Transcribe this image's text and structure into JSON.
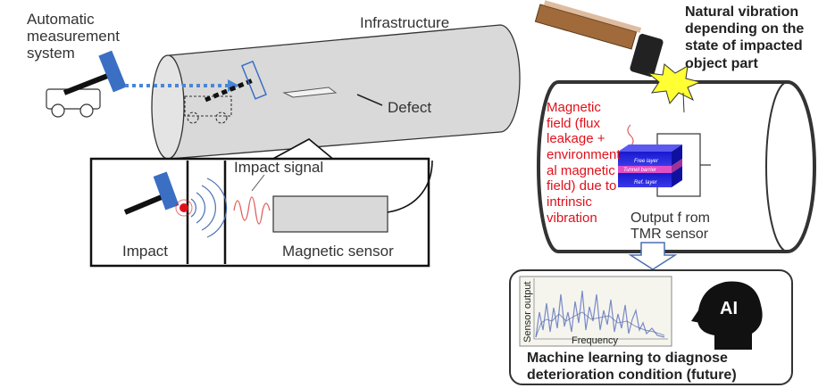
{
  "left": {
    "system_label": "Automatic\nmeasurement\nsystem",
    "infrastructure_label": "Infrastructure",
    "defect_label": "Defect",
    "impact_signal_label": "Impact signal",
    "impact_label": "Impact",
    "magnetic_sensor_label": "Magnetic sensor"
  },
  "right": {
    "natural_vibration_label": "Natural vibration\ndepending on the\nstate of impacted\nobject part",
    "magnetic_field_label": "Magnetic\nfield (flux\nleakage +\nenvironment\nal magnetic\nfield) due to\nintrinsic\nvibration",
    "output_label": "Output f rom\nTMR sensor",
    "tmr_layers": [
      "Free layer",
      "Tunnel barrier",
      "Ref. layer"
    ],
    "ml_caption": "Machine learning to diagnose\ndeterioration condition (future)",
    "plot_ylabel": "Sensor output",
    "plot_xlabel": "Frequency",
    "ai_badge": "AI"
  },
  "colors": {
    "pipe_fill": "#d9d9d9",
    "sensor_blue": "#3a6fc4",
    "arrow_blue": "#4a86d6",
    "impact_red": "#e0101a",
    "tmr_blue": "#2a2ad8",
    "tmr_pink": "#e04fc8"
  }
}
